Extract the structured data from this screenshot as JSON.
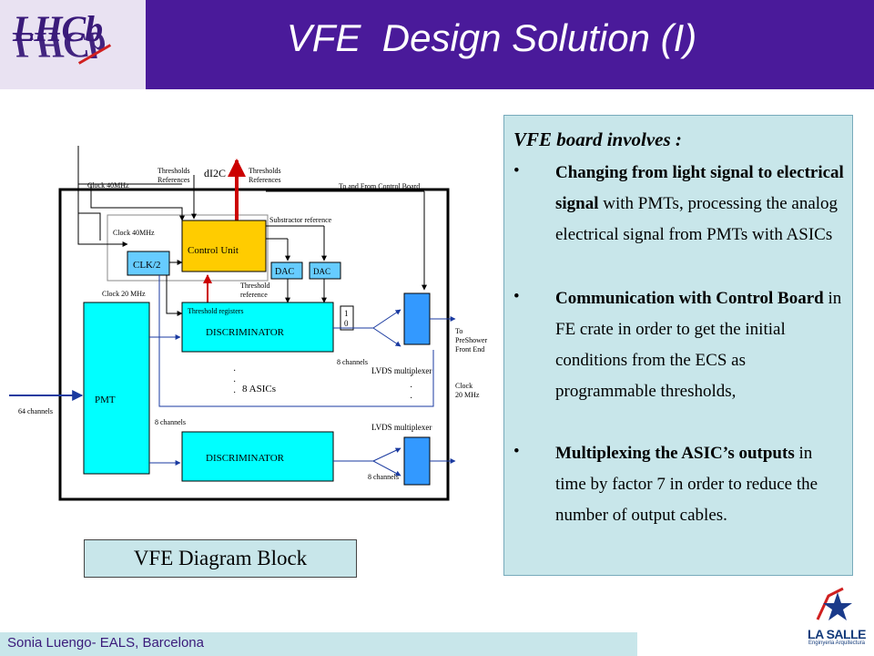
{
  "header": {
    "title": "VFE  Design Solution (I)",
    "logo_text": "LHCb",
    "background_color": "#4a1a9a"
  },
  "diagram": {
    "clock_40_top": "Clock 40MHz",
    "thresholds_refs_left": [
      "Thresholds",
      "References"
    ],
    "di2c": "dI2C",
    "thresholds_refs_right": [
      "Thresholds",
      "References"
    ],
    "to_from_control": "To and From Control Board",
    "clock_40_inner": "Clock 40MHz",
    "control_unit": "Control Unit",
    "substractor_reference": "Substractor reference",
    "clk2": "CLK/2",
    "dac1": "DAC",
    "dac2": "DAC",
    "clock_20": "Clock 20 MHz",
    "threshold_reference": [
      "Threshold",
      "reference"
    ],
    "threshold_registers": "Threshold registers",
    "discriminator_top": "DISCRIMINATOR",
    "mux_bits": [
      "1",
      "0"
    ],
    "to_preshower": [
      "To",
      "PreShower",
      "Front End"
    ],
    "pmt": "PMT",
    "eight_channels_a": "8 channels",
    "lvds_mux_top": "LVDS multiplexer",
    "eight_asics": "8 ASICs",
    "clock_20_right": [
      "Clock",
      "20 MHz"
    ],
    "sixty_four_channels": "64 channels",
    "eight_channels_b": "8 channels",
    "lvds_mux_bottom": "LVDS multiplexer",
    "discriminator_bottom": "DISCRIMINATOR",
    "eight_channels_c": "8 channels",
    "colors": {
      "control_unit": "#ffcc00",
      "cyan_block": "#00ffff",
      "clk_block": "#66ccff",
      "signal_red": "#cc0000"
    }
  },
  "caption": "VFE Diagram Block",
  "textbox": {
    "heading": "VFE board involves :",
    "bullet_symbol": "•",
    "b1_bold": " Changing from light signal to electrical signal",
    "b1_rest": " with  PMTs, processing the analog electrical signal from PMTs with ASICs",
    "b2_bold": "Communication with Control Board",
    "b2_rest": " in FE crate in order to get the initial conditions from the ECS as programmable thresholds,",
    "b3_bold": " Multiplexing the ASIC’s outputs",
    "b3_rest": " in time by factor 7  in order to reduce the number of output cables."
  },
  "footer": {
    "author": "Sonia Luengo- EALS, Barcelona"
  },
  "lasalle": {
    "name": "LA SALLE",
    "sub": "Enginyeria  Arquitectura"
  }
}
